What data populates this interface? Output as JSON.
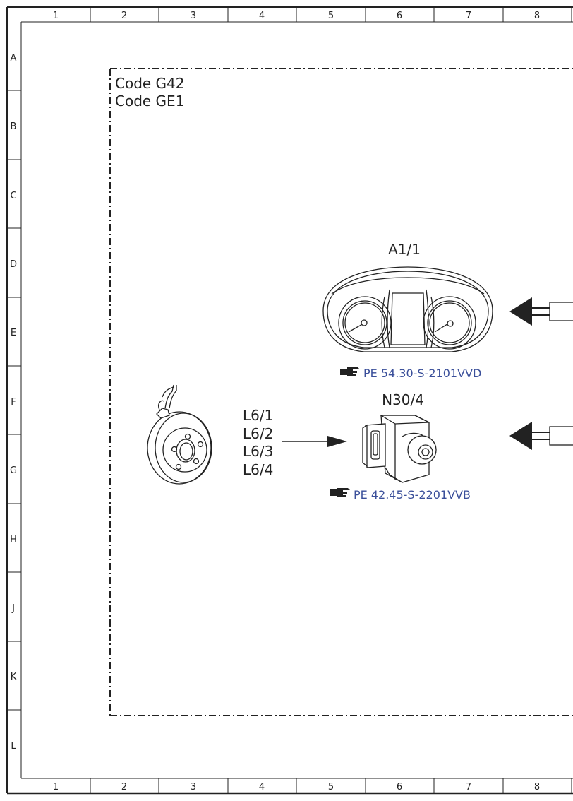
{
  "grid": {
    "columns": [
      "1",
      "2",
      "3",
      "4",
      "5",
      "6",
      "7",
      "8"
    ],
    "rows": [
      "A",
      "B",
      "C",
      "D",
      "E",
      "F",
      "G",
      "H",
      "J",
      "K",
      "L"
    ]
  },
  "codes": [
    "Code G42",
    "Code GE1"
  ],
  "components": {
    "instrument_cluster": {
      "id": "A1/1",
      "reference": "PE 54.30-S-2101VVD",
      "icon": "pointing-hand-icon"
    },
    "esp_control_unit": {
      "id": "N30/4",
      "reference": "PE 42.45-S-2201VVB",
      "icon": "pointing-hand-icon"
    },
    "wheel_speed_sensors": [
      "L6/1",
      "L6/2",
      "L6/3",
      "L6/4"
    ]
  },
  "colors": {
    "line": "#222222",
    "link": "#3a4f9a",
    "background": "#ffffff"
  }
}
